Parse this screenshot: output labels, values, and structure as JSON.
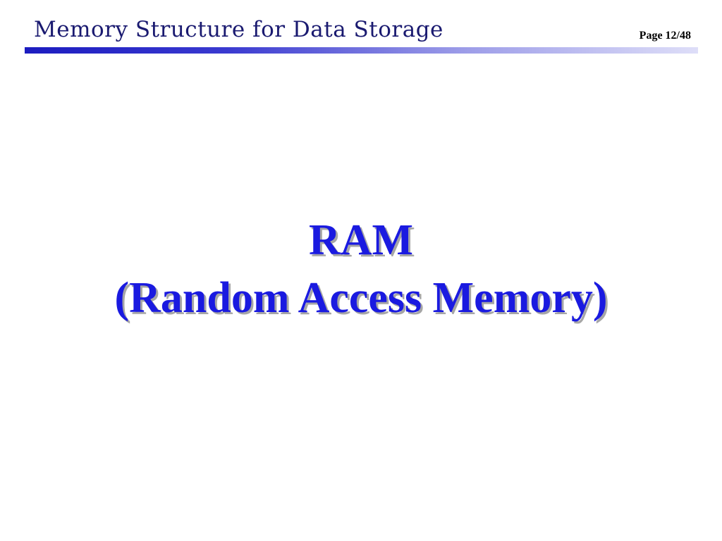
{
  "header": {
    "title": "Memory Structure for Data Storage",
    "page_label": "Page 12/48"
  },
  "slide": {
    "title_line1": "RAM",
    "title_line2": "(Random Access Memory)"
  },
  "colors": {
    "title_text": "#1a1ae0",
    "header_text": "#1a1a70",
    "rule_start": "#1c1cc0",
    "rule_end": "#dedef8",
    "shadow": "#a6a6a6"
  }
}
